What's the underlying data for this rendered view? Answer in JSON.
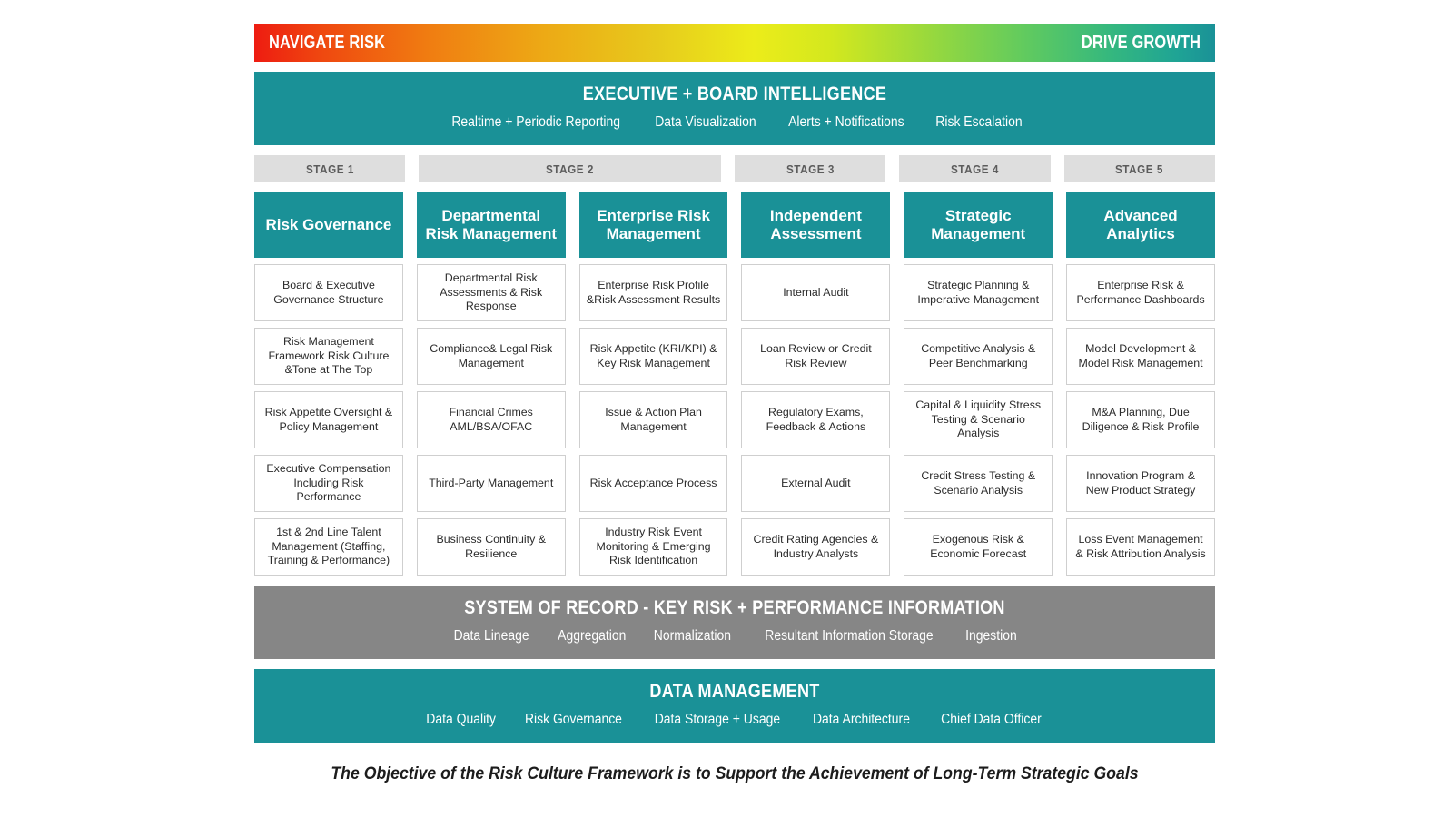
{
  "banner": {
    "left_label": "NAVIGATE RISK",
    "right_label": "DRIVE GROWTH",
    "gradient_start": "#ee1c11",
    "gradient_end": "#1a9197"
  },
  "executive_band": {
    "title": "EXECUTIVE + BOARD INTELLIGENCE",
    "items": [
      "Realtime + Periodic Reporting",
      "Data Visualization",
      "Alerts + Notifications",
      "Risk Escalation"
    ],
    "color": "#1a9197"
  },
  "stages": [
    {
      "label": "STAGE 1",
      "span": 1
    },
    {
      "label": "STAGE 2",
      "span": 2
    },
    {
      "label": "STAGE 3",
      "span": 1
    },
    {
      "label": "STAGE 4",
      "span": 1
    },
    {
      "label": "STAGE 5",
      "span": 1
    }
  ],
  "pillars": [
    {
      "title": "Risk Governance"
    },
    {
      "title": "Departmental Risk Management"
    },
    {
      "title": "Enterprise Risk Management"
    },
    {
      "title": "Independent Assessment"
    },
    {
      "title": "Strategic Management"
    },
    {
      "title": "Advanced Analytics"
    }
  ],
  "card_rows": [
    [
      "Board & Executive Governance Structure",
      "Departmental Risk Assessments & Risk Response",
      "Enterprise Risk Profile &Risk Assessment Results",
      "Internal Audit",
      "Strategic Planning & Imperative Management",
      "Enterprise Risk & Performance Dashboards"
    ],
    [
      "Risk Management Framework Risk Culture &Tone at The Top",
      "Compliance& Legal Risk Management",
      "Risk Appetite (KRI/KPI) & Key Risk Management",
      "Loan Review or Credit Risk Review",
      "Competitive Analysis & Peer Benchmarking",
      "Model Development & Model Risk Management"
    ],
    [
      "Risk Appetite Oversight & Policy Management",
      "Financial Crimes AML/BSA/OFAC",
      "Issue & Action Plan Management",
      "Regulatory Exams, Feedback & Actions",
      "Capital & Liquidity Stress Testing & Scenario Analysis",
      "M&A Planning, Due Diligence & Risk Profile"
    ],
    [
      "Executive Compensation Including Risk Performance",
      "Third-Party Management",
      "Risk Acceptance Process",
      "External Audit",
      "Credit Stress Testing & Scenario Analysis",
      "Innovation Program & New Product Strategy"
    ],
    [
      "1st & 2nd Line Talent Management (Staffing, Training & Performance)",
      "Business Continuity & Resilience",
      "Industry Risk Event Monitoring & Emerging Risk Identification",
      "Credit Rating Agencies & Industry Analysts",
      "Exogenous Risk & Economic Forecast",
      "Loss Event Management & Risk Attribution Analysis"
    ]
  ],
  "system_of_record_band": {
    "title": "SYSTEM OF RECORD - KEY RISK + PERFORMANCE INFORMATION",
    "items": [
      "Data Lineage",
      "Aggregation",
      "Normalization",
      "Resultant Information Storage",
      "Ingestion"
    ],
    "color": "#868686"
  },
  "data_management_band": {
    "title": "DATA MANAGEMENT",
    "items": [
      "Data Quality",
      "Risk Governance",
      "Data Storage + Usage",
      "Data Architecture",
      "Chief Data Officer"
    ],
    "color": "#1a9197"
  },
  "footer": {
    "caption": "The Objective of the Risk Culture Framework is to Support the Achievement of Long-Term Strategic Goals"
  }
}
